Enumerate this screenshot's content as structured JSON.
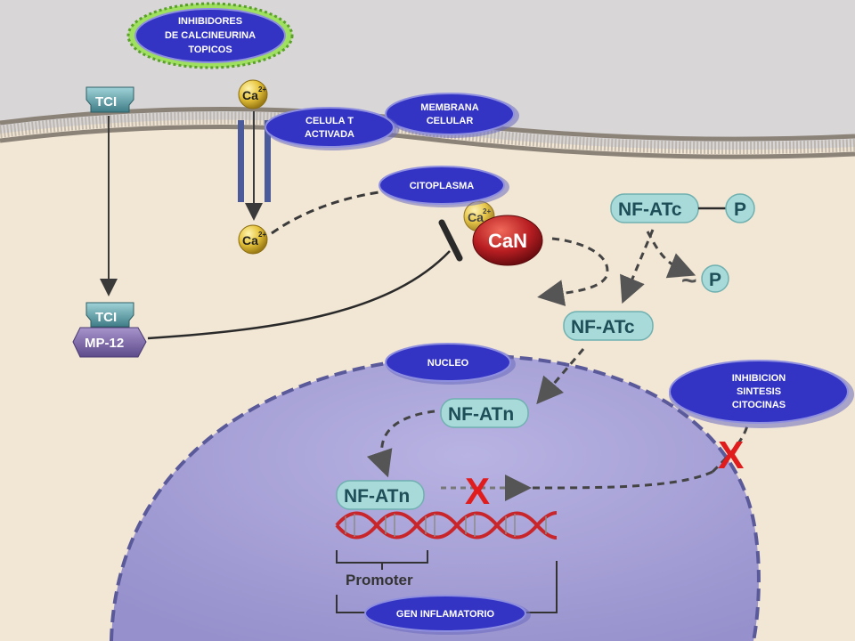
{
  "labels": {
    "topical_inhibitors": [
      "INHIBIDORES",
      "DE CALCINEURINA",
      "TOPICOS"
    ],
    "membrane": [
      "MEMBRANA",
      "CELULAR"
    ],
    "activated_cell": [
      "CELULA  T",
      "ACTIVADA"
    ],
    "cytoplasm": "CITOPLASMA",
    "nucleus": "NUCLEO",
    "cytokine_inhibition": [
      "INHIBICION",
      "SINTESIS",
      "CITOCINAS"
    ],
    "inflammatory_gene": "GEN INFLAMATORIO"
  },
  "molecules": {
    "tci_top": "TCI",
    "tci_complex": "TCI",
    "mp12": "MP-12",
    "ca_top": "Ca",
    "ca_bottom": "Ca",
    "ca_bound": "Ca",
    "ca_sup": "2+",
    "can": "CaN",
    "nfatc_phos": "NF-ATc",
    "phosphate": "P",
    "phosphate_free": "P",
    "tilde": "~",
    "nfatc": "NF-ATc",
    "nfatn_top": "NF-ATn",
    "nfatn_dna": "NF-ATn",
    "promoter": "Promoter"
  },
  "marks": {
    "block_x": "X",
    "block_x_right": "X"
  },
  "colors": {
    "background": "#d8d6d6",
    "cytoplasm": "#f2e6d4",
    "membrane": "#8b8278",
    "nucleus": "#a9a3d8",
    "bubble": "#3434c4",
    "red_x": "#e01c1c",
    "nfat_pill": "#a9dada",
    "can": "#b81e22",
    "calcium": "#e6c33a",
    "tci": "#5f9ea6",
    "mp12": "#7f6aa8",
    "dna_red": "#c8262a"
  }
}
